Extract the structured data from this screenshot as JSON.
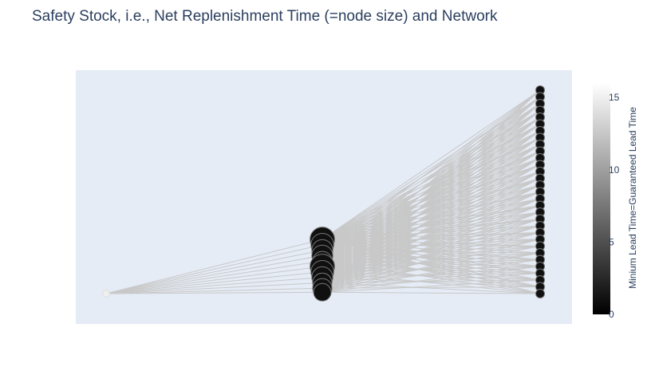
{
  "chart_data": {
    "type": "network-scatter",
    "title": "Safety Stock, i.e., Net Replenishment Time (=node size) and Network",
    "x_axis_visible": false,
    "y_axis_visible": false,
    "grid": false,
    "background_color": "#e5ecf6",
    "edge_color": "#c8c8c8",
    "colorbar": {
      "title": "Minium Lead Time=Guaranteed Lead Time",
      "colorscale": [
        "#000000",
        "#ffffff"
      ],
      "range": [
        0,
        16
      ],
      "tickvals": [
        0,
        5,
        10,
        15
      ],
      "ticklabels": [
        "0",
        "5",
        "10",
        "15"
      ]
    },
    "node_tiers": [
      {
        "tier": 0,
        "nodes": [
          {
            "y": 0.0,
            "size": 4,
            "lead_time": 15
          }
        ]
      },
      {
        "tier": 1,
        "nodes": [
          {
            "y": 4.0,
            "size": 14,
            "lead_time": 1
          },
          {
            "y": 3.6,
            "size": 13,
            "lead_time": 1
          },
          {
            "y": 3.2,
            "size": 12,
            "lead_time": 1
          },
          {
            "y": 2.8,
            "size": 12,
            "lead_time": 1
          },
          {
            "y": 2.4,
            "size": 11,
            "lead_time": 1
          },
          {
            "y": 2.0,
            "size": 14,
            "lead_time": 1
          },
          {
            "y": 1.6,
            "size": 13,
            "lead_time": 1
          },
          {
            "y": 1.2,
            "size": 12,
            "lead_time": 1
          },
          {
            "y": 0.8,
            "size": 11,
            "lead_time": 1
          },
          {
            "y": 0.4,
            "size": 11,
            "lead_time": 1
          },
          {
            "y": 0.1,
            "size": 10,
            "lead_time": 1
          }
        ]
      },
      {
        "tier": 2,
        "nodes": [
          {
            "y": 15.0,
            "size": 5,
            "lead_time": 1
          },
          {
            "y": 14.5,
            "size": 5,
            "lead_time": 1
          },
          {
            "y": 14.0,
            "size": 5,
            "lead_time": 1
          },
          {
            "y": 13.5,
            "size": 5,
            "lead_time": 1
          },
          {
            "y": 13.0,
            "size": 5,
            "lead_time": 1
          },
          {
            "y": 12.5,
            "size": 5,
            "lead_time": 1
          },
          {
            "y": 12.0,
            "size": 5,
            "lead_time": 1
          },
          {
            "y": 11.5,
            "size": 5,
            "lead_time": 1
          },
          {
            "y": 11.0,
            "size": 5,
            "lead_time": 1
          },
          {
            "y": 10.5,
            "size": 5,
            "lead_time": 1
          },
          {
            "y": 10.0,
            "size": 5,
            "lead_time": 1
          },
          {
            "y": 9.5,
            "size": 5,
            "lead_time": 1
          },
          {
            "y": 9.0,
            "size": 5,
            "lead_time": 1
          },
          {
            "y": 8.5,
            "size": 5,
            "lead_time": 1
          },
          {
            "y": 8.0,
            "size": 5,
            "lead_time": 1
          },
          {
            "y": 7.5,
            "size": 5,
            "lead_time": 1
          },
          {
            "y": 7.0,
            "size": 5,
            "lead_time": 1
          },
          {
            "y": 6.5,
            "size": 5,
            "lead_time": 1
          },
          {
            "y": 6.0,
            "size": 5,
            "lead_time": 1
          },
          {
            "y": 5.5,
            "size": 5,
            "lead_time": 1
          },
          {
            "y": 5.0,
            "size": 5,
            "lead_time": 1
          },
          {
            "y": 4.5,
            "size": 5,
            "lead_time": 1
          },
          {
            "y": 4.0,
            "size": 5,
            "lead_time": 1
          },
          {
            "y": 3.5,
            "size": 5,
            "lead_time": 1
          },
          {
            "y": 3.0,
            "size": 5,
            "lead_time": 1
          },
          {
            "y": 2.5,
            "size": 5,
            "lead_time": 1
          },
          {
            "y": 2.0,
            "size": 5,
            "lead_time": 1
          },
          {
            "y": 1.5,
            "size": 5,
            "lead_time": 1
          },
          {
            "y": 1.0,
            "size": 5,
            "lead_time": 1
          },
          {
            "y": 0.5,
            "size": 5,
            "lead_time": 1
          },
          {
            "y": 0.0,
            "size": 5,
            "lead_time": 1
          }
        ]
      }
    ]
  }
}
